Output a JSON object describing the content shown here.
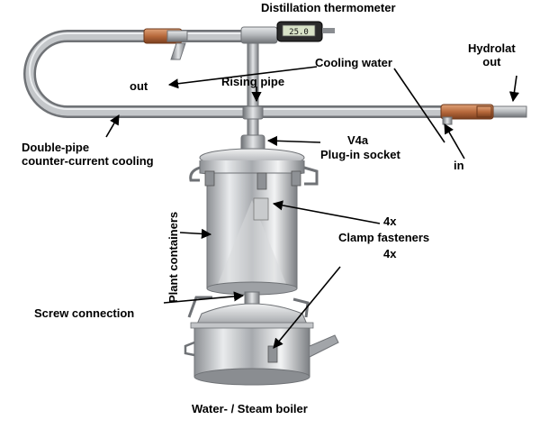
{
  "labels": {
    "thermometer": "Distillation thermometer",
    "hydrolat_line1": "Hydrolat",
    "hydrolat_line2": "out",
    "cooling_water": "Cooling water",
    "out": "out",
    "rising_pipe": "Rising pipe",
    "in": "in",
    "v4a": "V4a",
    "plug_socket": "Plug-in socket",
    "cooling_line1": "Double-pipe",
    "cooling_line2": "counter-current cooling",
    "plant_containers": "Plant containers",
    "clamp_count": "4x",
    "clamp_label": "Clamp fasteners",
    "clamp_count2": "4x",
    "screw_connection": "Screw connection",
    "boiler": "Water- / Steam boiler",
    "thermo_display": "25.0"
  },
  "colors": {
    "steel": "#b9bcbf",
    "steel_dark": "#7d8084",
    "copper": "#b86a3c",
    "arrow": "#000000"
  }
}
